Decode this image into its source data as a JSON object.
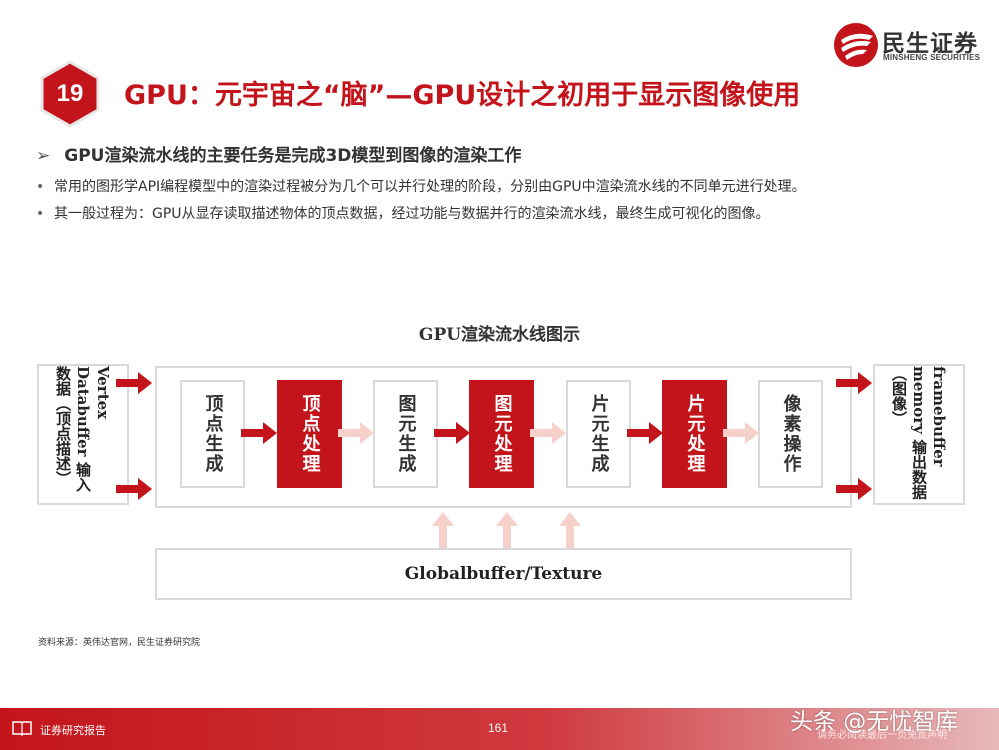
{
  "brand": {
    "name_cn": "民生证券",
    "name_en": "MINSHENG SECURITIES",
    "color": "#c3141b"
  },
  "page_badge": "19",
  "title": "GPU：元宇宙之“脑”—GPU设计之初用于显示图像使用",
  "subheading": "GPU渲染流水线的主要任务是完成3D模型到图像的渲染工作",
  "bullets": [
    "常用的图形学API编程模型中的渲染过程被分为几个可以并行处理的阶段，分别由GPU中渲染流水线的不同单元进行处理。",
    "其一般过程为：GPU从显存读取描述物体的顶点数据，经过功能与数据并行的渲染流水线，最终生成可视化的图像。"
  ],
  "diagram": {
    "title": "GPU渲染流水线图示",
    "input_label": "Vertex Databuffer 输入数据（顶点描述）",
    "output_label": "framebuffer memory 输出数据（图像）",
    "stages": [
      {
        "label": "顶点生成",
        "style": "white"
      },
      {
        "label": "顶点处理",
        "style": "red"
      },
      {
        "label": "图元生成",
        "style": "white"
      },
      {
        "label": "图元处理",
        "style": "red"
      },
      {
        "label": "片元生成",
        "style": "white"
      },
      {
        "label": "片元处理",
        "style": "red"
      },
      {
        "label": "像素操作",
        "style": "white"
      }
    ],
    "global_label": "Globalbuffer/Texture"
  },
  "source": "资料来源：英伟达官网，民生证券研究院",
  "footer": {
    "label": "证券研究报告",
    "page": "161",
    "disclaimer": "请务必阅读最后一页免责声明"
  },
  "watermark": "头条 @无忧智库"
}
